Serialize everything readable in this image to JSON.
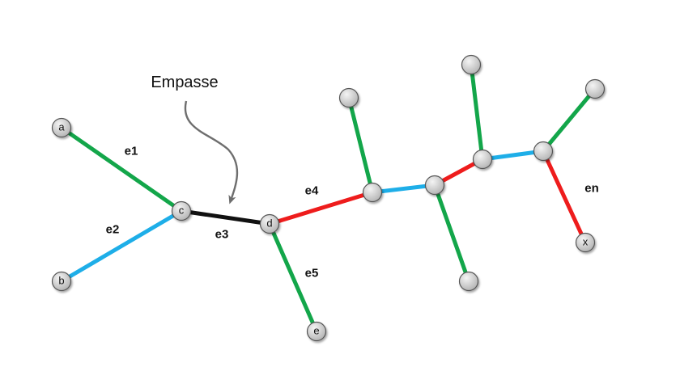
{
  "colors": {
    "green": "#13a64a",
    "blue": "#1eaee8",
    "red": "#ee1c1c",
    "black": "#111111",
    "node_fill_light": "#f0f0f0",
    "node_fill_dark": "#bdbdbd",
    "arrow": "#6e6e6e"
  },
  "annotation": {
    "text": "Empasse"
  },
  "nodes": {
    "a": {
      "label": "a"
    },
    "b": {
      "label": "b"
    },
    "c": {
      "label": "c"
    },
    "d": {
      "label": "d"
    },
    "e": {
      "label": "e"
    },
    "x": {
      "label": "x"
    },
    "n1": {
      "label": ""
    },
    "n2": {
      "label": ""
    },
    "n3": {
      "label": ""
    },
    "n4": {
      "label": ""
    },
    "n5": {
      "label": ""
    },
    "n6": {
      "label": ""
    },
    "n7": {
      "label": ""
    },
    "n8": {
      "label": ""
    },
    "n9": {
      "label": ""
    }
  },
  "edges": [
    {
      "id": "e1",
      "from": "a",
      "to": "c",
      "color": "green",
      "label": "e1"
    },
    {
      "id": "e2",
      "from": "b",
      "to": "c",
      "color": "blue",
      "label": "e2"
    },
    {
      "id": "e3",
      "from": "c",
      "to": "d",
      "color": "black",
      "label": "e3"
    },
    {
      "id": "e4",
      "from": "d",
      "to": "n2",
      "color": "red",
      "label": "e4"
    },
    {
      "id": "e5",
      "from": "d",
      "to": "e",
      "color": "green",
      "label": "e5"
    },
    {
      "id": "e6",
      "from": "n1",
      "to": "n2",
      "color": "green",
      "label": ""
    },
    {
      "id": "e7",
      "from": "n2",
      "to": "n3",
      "color": "blue",
      "label": ""
    },
    {
      "id": "e8",
      "from": "n3",
      "to": "n4",
      "color": "green",
      "label": ""
    },
    {
      "id": "e9",
      "from": "n3",
      "to": "n6",
      "color": "red",
      "label": ""
    },
    {
      "id": "e10",
      "from": "n5",
      "to": "n6",
      "color": "green",
      "label": ""
    },
    {
      "id": "e11",
      "from": "n6",
      "to": "n7",
      "color": "blue",
      "label": ""
    },
    {
      "id": "e12",
      "from": "n7",
      "to": "n8",
      "color": "green",
      "label": ""
    },
    {
      "id": "en",
      "from": "n7",
      "to": "x",
      "color": "red",
      "label": "en"
    }
  ]
}
